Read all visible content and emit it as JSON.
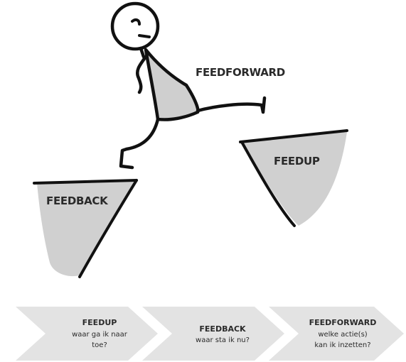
{
  "labels": {
    "feedforward": "FEEDFORWARD",
    "feedup": "FEEDUP",
    "feedback": "FEEDBACK"
  },
  "steps": [
    {
      "title": "FEEDUP",
      "lines": [
        "waar ga ik naar",
        "toe?"
      ]
    },
    {
      "title": "FEEDBACK",
      "lines": [
        "waar sta ik nu?"
      ]
    },
    {
      "title": "FEEDFORWARD",
      "lines": [
        "welke actie(s)",
        "kan ik inzetten?"
      ]
    }
  ],
  "colors": {
    "cliff_fill": "#d0d0d0",
    "chevron_fill": "#e3e3e3",
    "ink": "#111111"
  }
}
